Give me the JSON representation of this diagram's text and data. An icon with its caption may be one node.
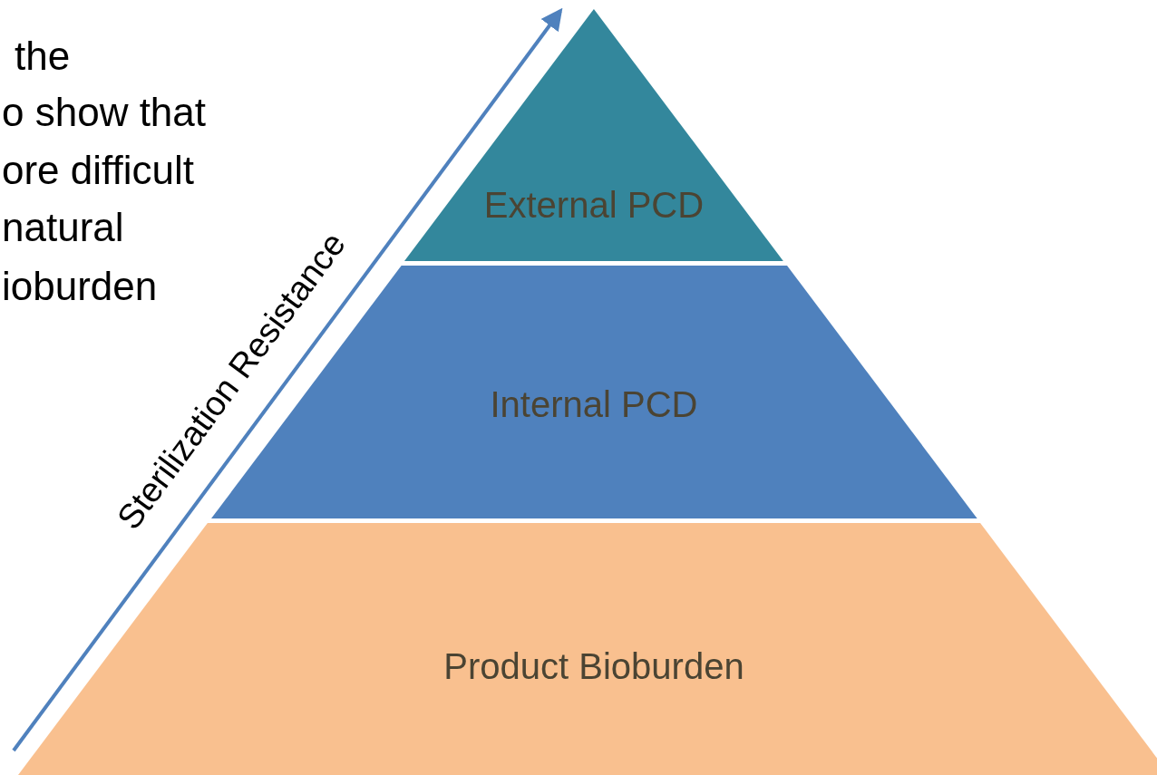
{
  "diagram": {
    "nodes": [
      {
        "text": [
          "External PCD"
        ]
      },
      {
        "text": [
          "Internal PCD"
        ]
      },
      {
        "text": [
          "Product Bioburden"
        ]
      }
    ],
    "labels": [
      "the",
      "o show that",
      "ore difficult",
      "natural",
      "ioburden",
      "Sterilization Resistance"
    ]
  }
}
